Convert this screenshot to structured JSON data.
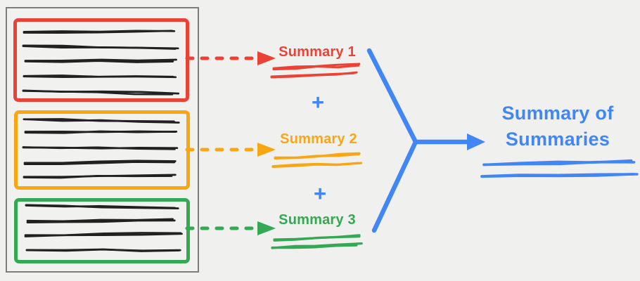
{
  "colors": {
    "background": "#F0F0EF",
    "frame_gray": "#7D7D7D",
    "ink": "#212121",
    "red": "#EA4335",
    "orange": "#F9A613",
    "green": "#34A853",
    "blue": "#4285F4"
  },
  "document": {
    "chunks": [
      {
        "id": "chunk-1",
        "color_key": "red",
        "placeholder_lines": 5
      },
      {
        "id": "chunk-2",
        "color_key": "orange",
        "placeholder_lines": 5
      },
      {
        "id": "chunk-3",
        "color_key": "green",
        "placeholder_lines": 4
      }
    ]
  },
  "summaries": [
    {
      "label": "Summary 1",
      "color_key": "red"
    },
    {
      "label": "Summary 2",
      "color_key": "orange"
    },
    {
      "label": "Summary 3",
      "color_key": "green"
    }
  ],
  "operators": {
    "plus": "+"
  },
  "result": {
    "line1": "Summary of",
    "line2": "Summaries",
    "color_key": "blue"
  }
}
